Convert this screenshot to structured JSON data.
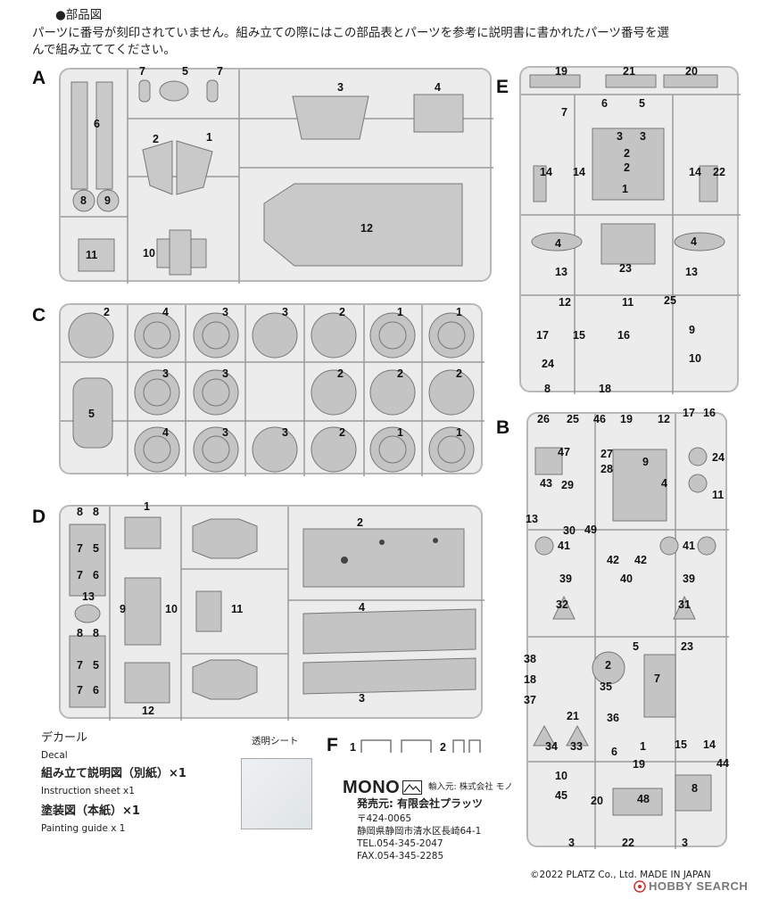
{
  "header": {
    "title": "●部品図",
    "note_line1": "パーツに番号が刻印されていません。組み立ての際にはこの部品表とパーツを参考に説明書に書かれたパーツ番号を選",
    "note_line2": "んで組み立ててください。"
  },
  "sprues": {
    "A": {
      "letter": "A",
      "labels": [
        "7",
        "5",
        "7",
        "6",
        "3",
        "4",
        "2",
        "1",
        "8",
        "9",
        "12",
        "11",
        "10"
      ]
    },
    "C": {
      "letter": "C",
      "labels": [
        "2",
        "4",
        "3",
        "3",
        "2",
        "1",
        "1",
        "3",
        "3",
        "2",
        "2",
        "2",
        "5",
        "4",
        "3",
        "3",
        "2",
        "1",
        "1"
      ]
    },
    "D": {
      "letter": "D",
      "labels": [
        "8",
        "8",
        "1",
        "2",
        "7",
        "5",
        "7",
        "6",
        "13",
        "9",
        "10",
        "11",
        "4",
        "8",
        "8",
        "7",
        "5",
        "7",
        "6",
        "3",
        "12"
      ]
    },
    "E": {
      "letter": "E",
      "labels": [
        "19",
        "21",
        "20",
        "7",
        "6",
        "5",
        "3",
        "3",
        "2",
        "2",
        "14",
        "14",
        "14",
        "22",
        "1",
        "4",
        "4",
        "13",
        "23",
        "13",
        "12",
        "11",
        "25",
        "17",
        "15",
        "16",
        "9",
        "24",
        "10",
        "8",
        "18"
      ]
    },
    "B": {
      "letter": "B",
      "labels": [
        "26",
        "25",
        "46",
        "19",
        "12",
        "17",
        "16",
        "47",
        "27",
        "28",
        "9",
        "24",
        "43",
        "29",
        "4",
        "11",
        "13",
        "30",
        "49",
        "41",
        "42",
        "42",
        "41",
        "39",
        "40",
        "39",
        "32",
        "31",
        "5",
        "23",
        "38",
        "2",
        "7",
        "18",
        "35",
        "37",
        "21",
        "36",
        "34",
        "33",
        "1",
        "6",
        "15",
        "14",
        "19",
        "44",
        "10",
        "8",
        "45",
        "20",
        "48",
        "3",
        "22",
        "3"
      ]
    },
    "F": {
      "letter": "F",
      "label1": "1",
      "label2": "2"
    }
  },
  "decal": {
    "label_jp": "デカール",
    "label_en": "Decal",
    "sheet_label": "透明シート"
  },
  "docs": {
    "instruction_jp": "組み立て説明図（別紙）×1",
    "instruction_en": "Instruction sheet x1",
    "painting_jp": "塗装図（本紙）×1",
    "painting_en": "Painting guide x 1"
  },
  "company": {
    "logo": "MONO",
    "importer": "輸入元: 株式会社 モノ",
    "seller": "発売元: 有限会社プラッツ",
    "postal": "〒424-0065",
    "address": "静岡県静岡市清水区長崎64-1",
    "tel": "TEL.054-345-2047",
    "fax": "FAX.054-345-2285"
  },
  "footer": {
    "copyright": "©2022 PLATZ Co., Ltd. MADE IN JAPAN",
    "watermark": "HOBBY SEARCH"
  }
}
